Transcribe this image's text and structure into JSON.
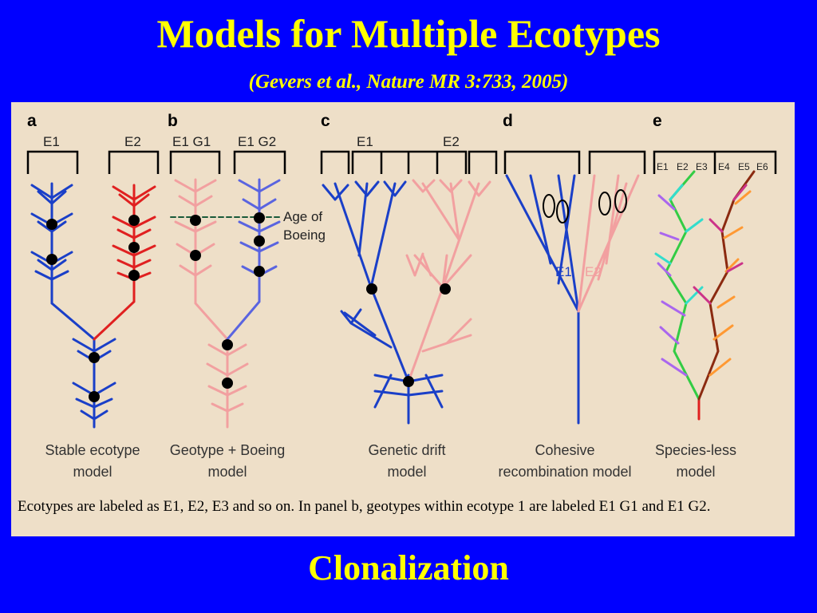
{
  "slide": {
    "title": "Models for Multiple Ecotypes",
    "subtitle": "(Gevers et al., Nature MR  3:733, 2005)",
    "footer": "Clonalization"
  },
  "figure": {
    "panels": [
      {
        "letter": "a",
        "labels": [
          "E1",
          "E2"
        ],
        "caption": [
          "Stable ecotype",
          "model"
        ]
      },
      {
        "letter": "b",
        "labels": [
          "E1 G1",
          "E1 G2"
        ],
        "annotation": [
          "Age of",
          "Boeing"
        ],
        "caption": [
          "Geotype + Boeing",
          "model"
        ]
      },
      {
        "letter": "c",
        "labels": [
          "E1",
          "E2"
        ],
        "caption": [
          "Genetic drift",
          "model"
        ]
      },
      {
        "letter": "d",
        "labels": [
          "E1",
          "E2"
        ],
        "caption": [
          "Cohesive",
          "recombination model"
        ]
      },
      {
        "letter": "e",
        "labels": [
          "E1",
          "E2",
          "E3",
          "E4",
          "E5",
          "E6"
        ],
        "caption": [
          "Species-less",
          "model"
        ]
      }
    ],
    "caption": "Ecotypes are labeled as E1, E2, E3 and so on. In panel b, geotypes within ecotype 1 are labeled E1 G1 and E1 G2."
  },
  "colors": {
    "background": "#0000ff",
    "title": "#ffff00",
    "panel": "#eedfc8",
    "blue_lineage": "#1a3fc8",
    "red_lineage": "#e02020",
    "pink_lineage": "#f2a0a0"
  }
}
